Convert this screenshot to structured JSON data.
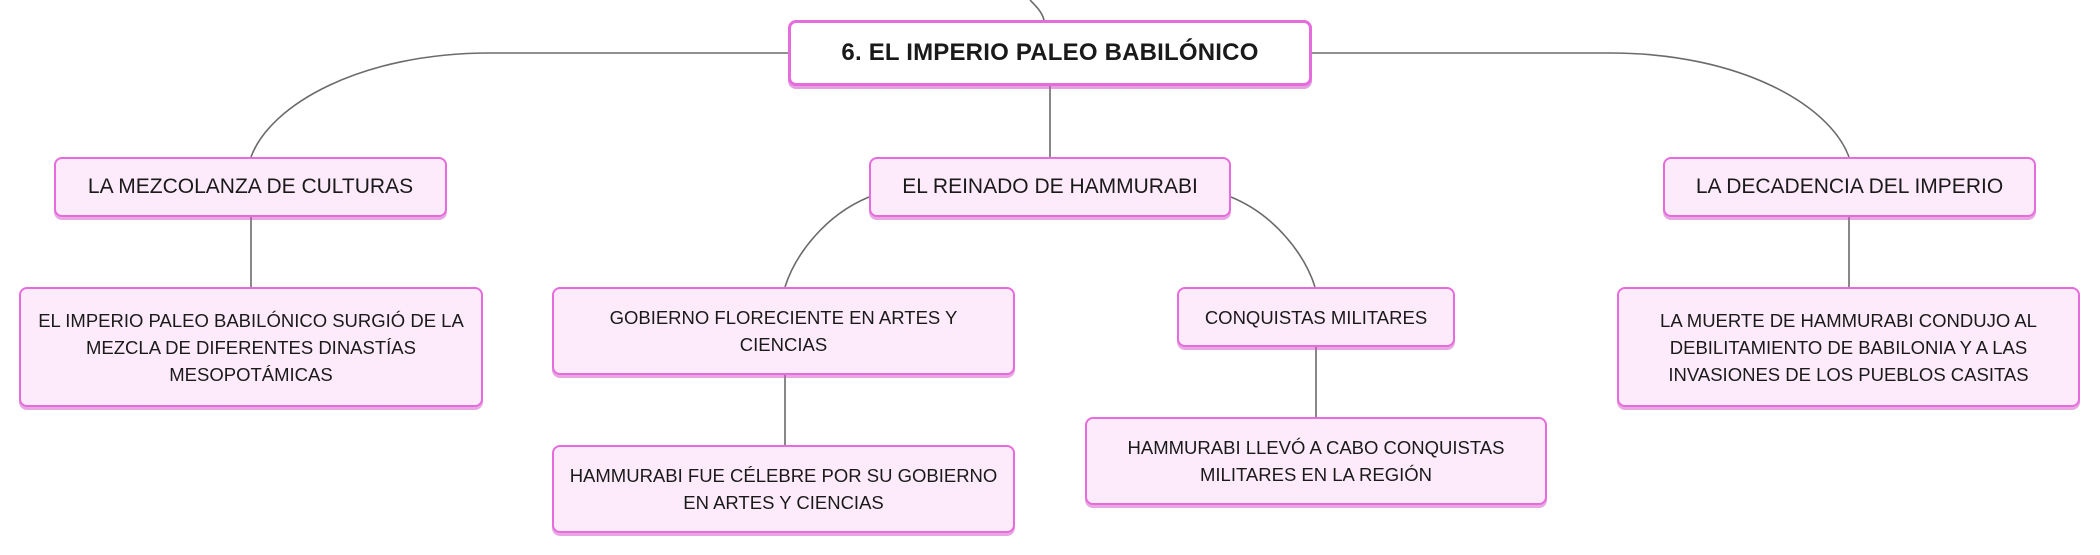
{
  "mindmap": {
    "root": {
      "label": "6. EL IMPERIO PALEO BABILÓNICO"
    },
    "branch_left": {
      "label": "LA MEZCOLANZA DE CULTURAS",
      "detail": "EL IMPERIO PALEO BABILÓNICO SURGIÓ DE LA MEZCLA DE DIFERENTES DINASTÍAS MESOPOTÁMICAS"
    },
    "branch_center": {
      "label": "EL REINADO DE HAMMURABI",
      "sub_left": {
        "label": "GOBIERNO FLORECIENTE EN ARTES Y CIENCIAS",
        "detail": "HAMMURABI FUE CÉLEBRE POR SU GOBIERNO EN ARTES Y CIENCIAS"
      },
      "sub_right": {
        "label": "CONQUISTAS MILITARES",
        "detail": "HAMMURABI LLEVÓ A CABO CONQUISTAS MILITARES EN LA REGIÓN"
      }
    },
    "branch_right": {
      "label": "LA DECADENCIA DEL IMPERIO",
      "detail": "LA MUERTE DE HAMMURABI CONDUJO AL DEBILITAMIENTO DE BABILONIA Y A LAS INVASIONES DE LOS PUEBLOS CASITAS"
    }
  },
  "colors": {
    "node_border": "#e66cdd",
    "node_fill": "#fdebfb",
    "root_fill": "#ffffff",
    "connector": "#6b6b6b"
  }
}
